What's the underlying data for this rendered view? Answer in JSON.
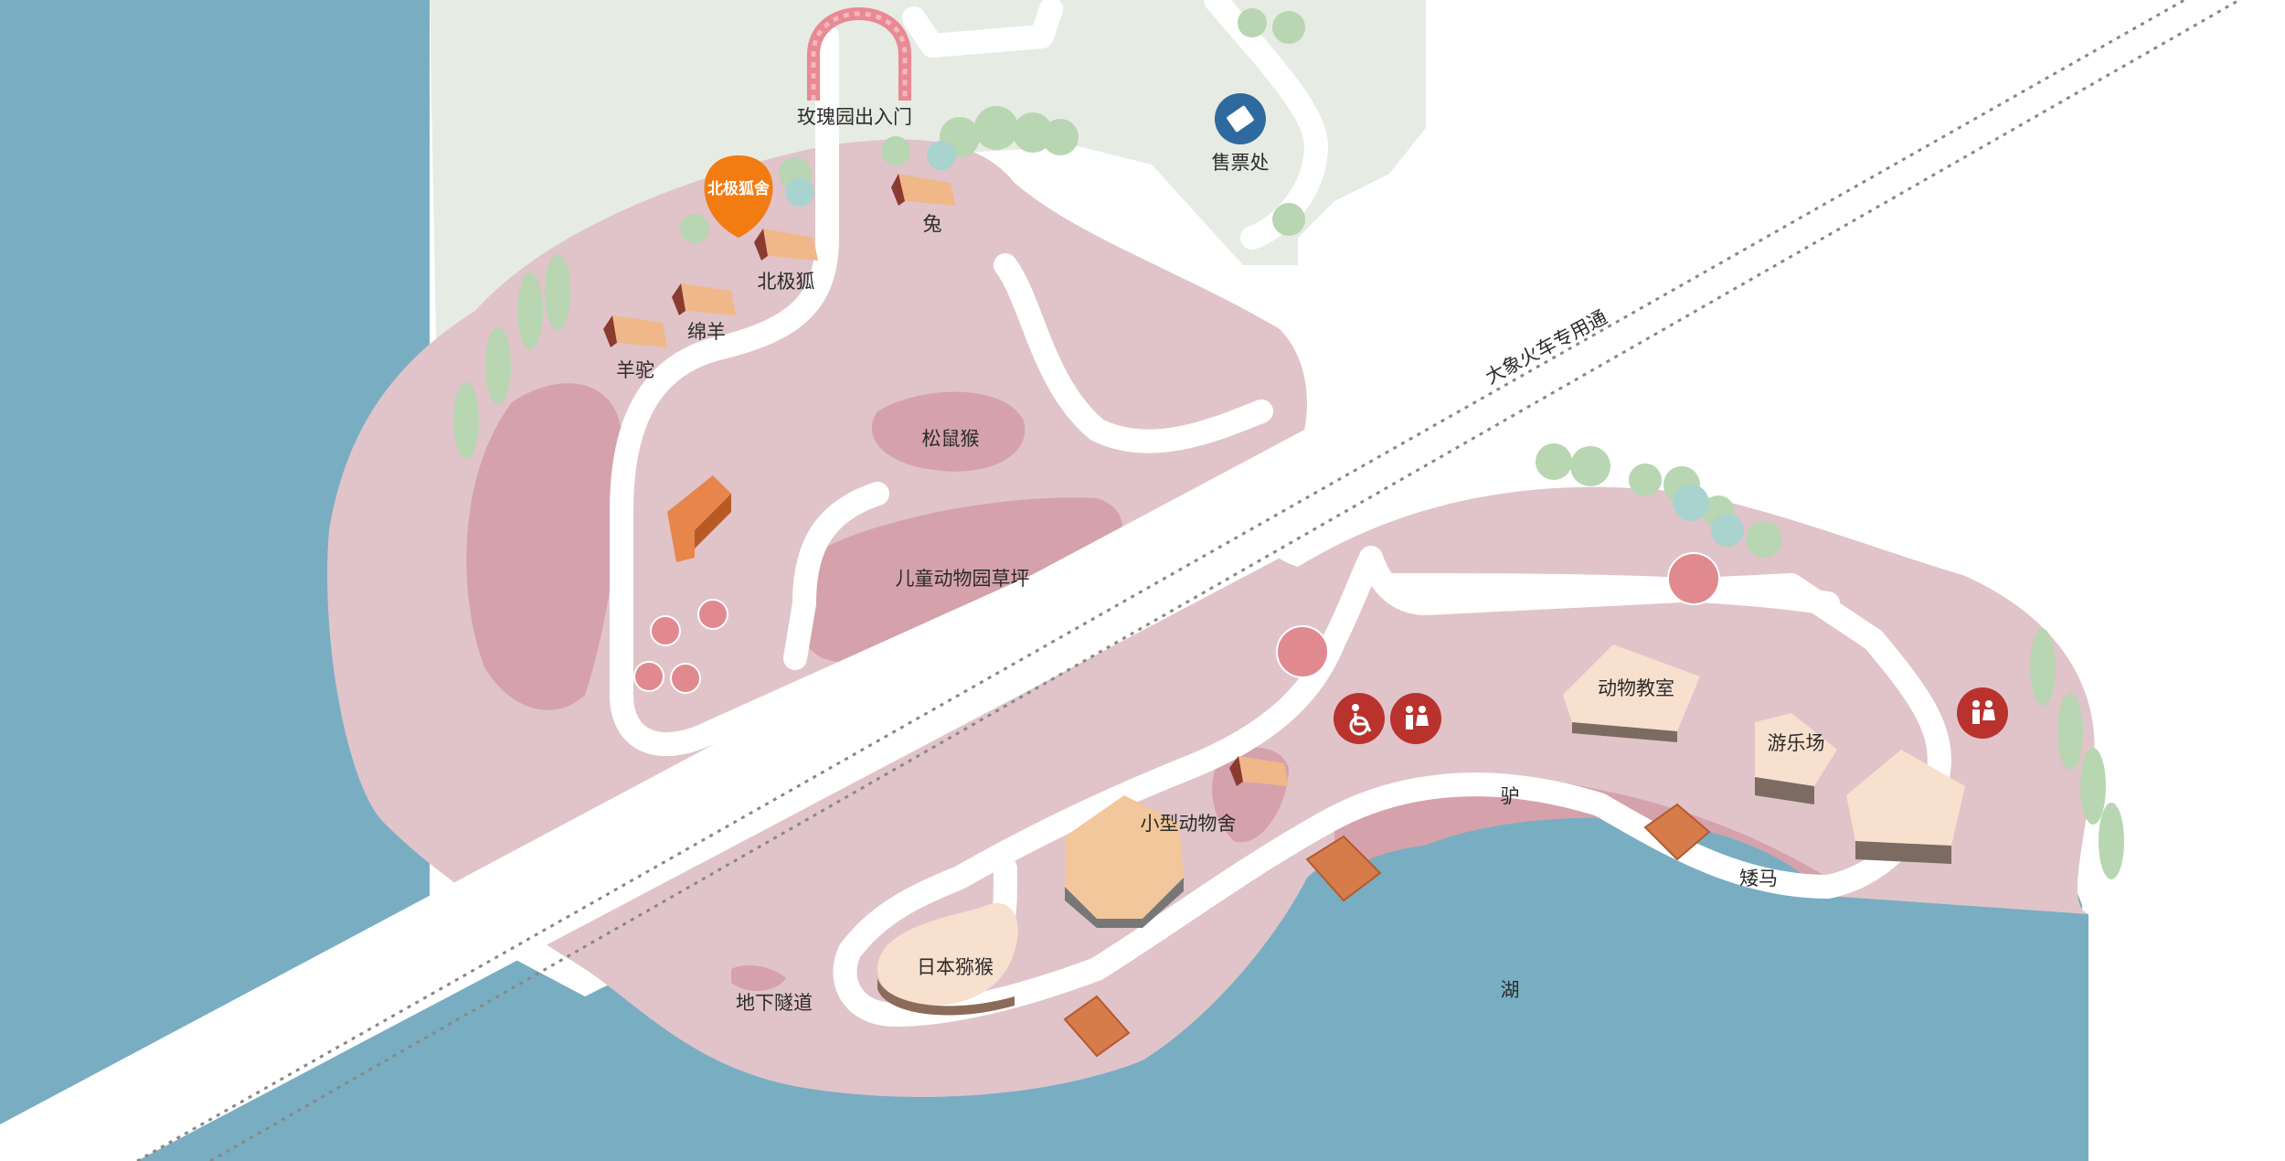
{
  "map": {
    "colors": {
      "water": "#79aec2",
      "land": "#e0c4ca",
      "patch": "#d5a2ab",
      "grass_area": "#e6ece3",
      "path": "#ffffff",
      "marker_orange": "#f27b12",
      "facility_red": "#b9322e",
      "ticket_blue": "#2e6a9e"
    },
    "labels": {
      "rose_gate": "玫瑰园出入门",
      "ticket_office": "售票处",
      "rabbit": "兔",
      "arctic_fox": "北极狐",
      "sheep": "绵羊",
      "alpaca": "羊驼",
      "squirrel_monkey": "松鼠猴",
      "children_lawn": "儿童动物园草坪",
      "train_road": "大象火车专用通",
      "small_animal_house": "小型动物舍",
      "animal_classroom": "动物教室",
      "playground": "游乐场",
      "donkey": "驴",
      "pony": "矮马",
      "japanese_macaque": "日本猕猴",
      "tunnel": "地下隧道",
      "lake": "湖"
    },
    "marker": {
      "label": "北极狐舍",
      "icon": "location-pin-icon"
    },
    "icons": {
      "ticket": "ticket-icon",
      "accessible": "wheelchair-icon",
      "restroom": "restroom-icon",
      "shelter": "animal-house-icon",
      "umbrella": "umbrella-icon",
      "tree": "tree-icon",
      "gate": "rose-arch-icon",
      "bridge": "bridge-icon"
    }
  }
}
